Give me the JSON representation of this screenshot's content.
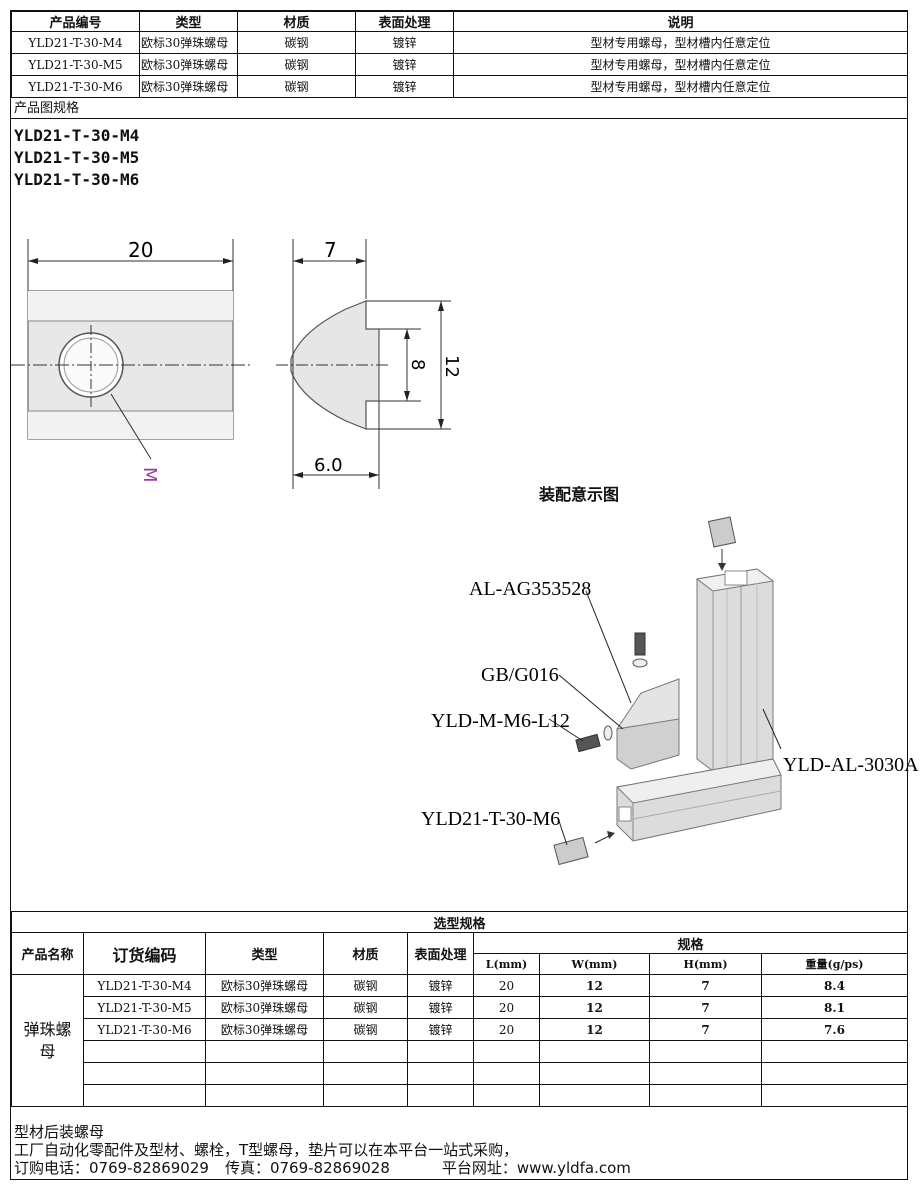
{
  "top_table": {
    "headers": [
      "产品编号",
      "类型",
      "材质",
      "表面处理",
      "说明"
    ],
    "rows": [
      [
        "YLD21-T-30-M4",
        "欧标30弹珠螺母",
        "碳钢",
        "镀锌",
        "型材专用螺母，型材槽内任意定位"
      ],
      [
        "YLD21-T-30-M5",
        "欧标30弹珠螺母",
        "碳钢",
        "镀锌",
        "型材专用螺母，型材槽内任意定位"
      ],
      [
        "YLD21-T-30-M6",
        "欧标30弹珠螺母",
        "碳钢",
        "镀锌",
        "型材专用螺母，型材槽内任意定位"
      ]
    ]
  },
  "section_label": "产品图规格",
  "models": [
    "YLD21-T-30-M4",
    "YLD21-T-30-M5",
    "YLD21-T-30-M6"
  ],
  "drawing": {
    "dim_width": "20",
    "dim_depth": "7",
    "dim_inner": "8",
    "dim_height": "12",
    "dim_bottom": "6.0",
    "thread_label": "M"
  },
  "assembly": {
    "title": "装配意示图",
    "labels": [
      "AL-AG353528",
      "GB/G016",
      "YLD-M-M6-L12",
      "YLD-AL-3030A",
      "YLD21-T-30-M6"
    ]
  },
  "bottom_table": {
    "caption": "选型规格",
    "headers": {
      "name": "产品名称",
      "code": "订货编码",
      "type": "类型",
      "material": "材质",
      "surface": "表面处理",
      "spec": "规格"
    },
    "sub_headers": [
      "L(mm)",
      "W(mm)",
      "H(mm)",
      "重量(g/ps)"
    ],
    "product_name": "弹珠螺母",
    "rows": [
      [
        "YLD21-T-30-M4",
        "欧标30弹珠螺母",
        "碳钢",
        "镀锌",
        "20",
        "12",
        "7",
        "8.4"
      ],
      [
        "YLD21-T-30-M5",
        "欧标30弹珠螺母",
        "碳钢",
        "镀锌",
        "20",
        "12",
        "7",
        "8.1"
      ],
      [
        "YLD21-T-30-M6",
        "欧标30弹珠螺母",
        "碳钢",
        "镀锌",
        "20",
        "12",
        "7",
        "7.6"
      ]
    ],
    "empty_rows": 3
  },
  "footer": {
    "line1": "型材后装螺母",
    "line2": "工厂自动化零配件及型材、螺栓，T型螺母，垫片可以在本平台一站式采购，",
    "phone": "订购电话：0769-82869029",
    "fax": "传真：0769-82869028",
    "site": "平台网址：www.yldfa.com"
  }
}
